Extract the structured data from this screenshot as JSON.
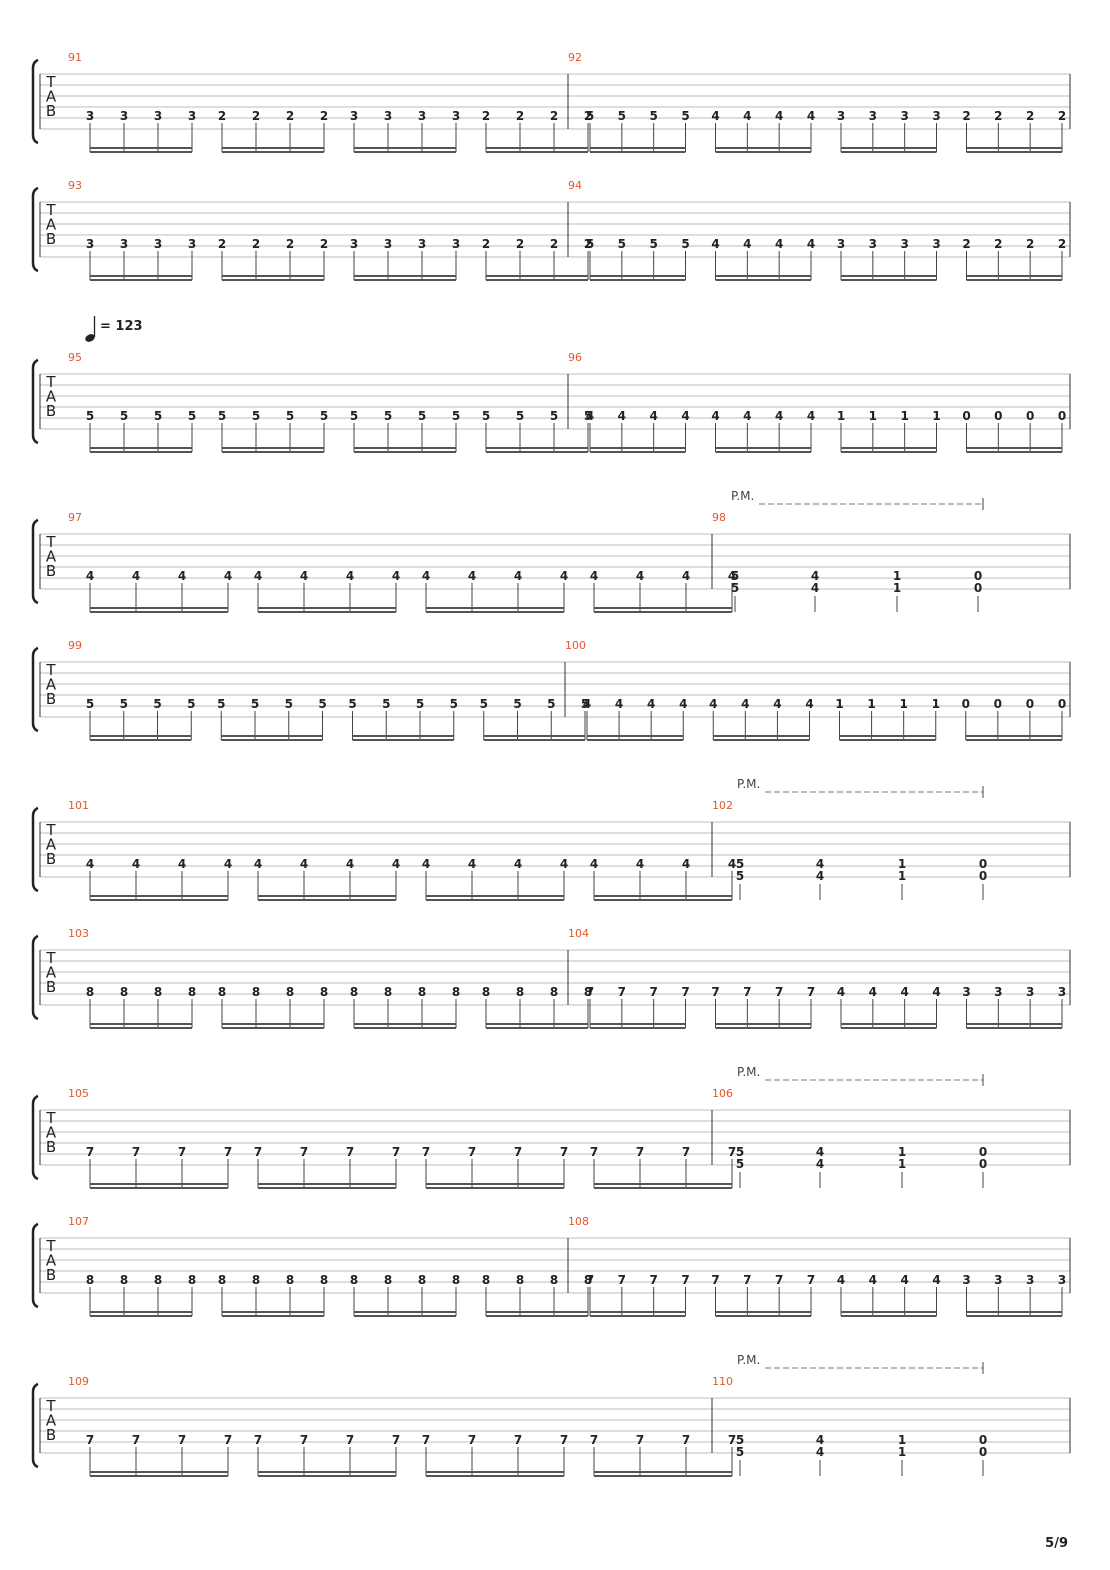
{
  "tempo": {
    "value": "= 123"
  },
  "page_number": "5/9",
  "tab_clef": [
    "T",
    "A",
    "B"
  ],
  "palm_mute_label": "P.M.",
  "systems": [
    {
      "bars": [
        {
          "number": "91",
          "notes": [
            [
              3,
              3,
              3,
              3
            ],
            [
              2,
              2,
              2,
              2
            ],
            [
              3,
              3,
              3,
              3
            ],
            [
              2,
              2,
              2,
              2
            ]
          ]
        },
        {
          "number": "92",
          "notes": [
            [
              5,
              5,
              5,
              5
            ],
            [
              4,
              4,
              4,
              4
            ],
            [
              3,
              3,
              3,
              3
            ],
            [
              2,
              2,
              2,
              2
            ]
          ]
        }
      ]
    },
    {
      "bars": [
        {
          "number": "93",
          "notes": [
            [
              3,
              3,
              3,
              3
            ],
            [
              2,
              2,
              2,
              2
            ],
            [
              3,
              3,
              3,
              3
            ],
            [
              2,
              2,
              2,
              2
            ]
          ]
        },
        {
          "number": "94",
          "notes": [
            [
              5,
              5,
              5,
              5
            ],
            [
              4,
              4,
              4,
              4
            ],
            [
              3,
              3,
              3,
              3
            ],
            [
              2,
              2,
              2,
              2
            ]
          ]
        }
      ]
    },
    {
      "tempo": true,
      "bars": [
        {
          "number": "95",
          "notes": [
            [
              5,
              5,
              5,
              5
            ],
            [
              5,
              5,
              5,
              5
            ],
            [
              5,
              5,
              5,
              5
            ],
            [
              5,
              5,
              5,
              5
            ]
          ]
        },
        {
          "number": "96",
          "notes": [
            [
              4,
              4,
              4,
              4
            ],
            [
              4,
              4,
              4,
              4
            ],
            [
              1,
              1,
              1,
              1
            ],
            [
              0,
              0,
              0,
              0
            ]
          ]
        }
      ]
    },
    {
      "pm": true,
      "bars": [
        {
          "number": "97",
          "notes": [
            [
              4,
              4,
              4,
              4
            ],
            [
              4,
              4,
              4,
              4
            ],
            [
              4,
              4,
              4,
              4
            ],
            [
              4,
              4,
              4,
              4
            ]
          ]
        },
        {
          "number": "98",
          "chords": [
            [
              5,
              5
            ],
            [
              4,
              4
            ],
            [
              1,
              1
            ],
            [
              0,
              0
            ]
          ]
        }
      ]
    },
    {
      "bars": [
        {
          "number": "99",
          "notes": [
            [
              5,
              5,
              5,
              5
            ],
            [
              5,
              5,
              5,
              5
            ],
            [
              5,
              5,
              5,
              5
            ],
            [
              5,
              5,
              5,
              5
            ]
          ]
        },
        {
          "number": "100",
          "notes": [
            [
              4,
              4,
              4,
              4
            ],
            [
              4,
              4,
              4,
              4
            ],
            [
              1,
              1,
              1,
              1
            ],
            [
              0,
              0,
              0,
              0
            ]
          ]
        }
      ]
    },
    {
      "pm": true,
      "bars": [
        {
          "number": "101",
          "notes": [
            [
              4,
              4,
              4,
              4
            ],
            [
              4,
              4,
              4,
              4
            ],
            [
              4,
              4,
              4,
              4
            ],
            [
              4,
              4,
              4,
              4
            ]
          ]
        },
        {
          "number": "102",
          "chords": [
            [
              5,
              5
            ],
            [
              4,
              4
            ],
            [
              1,
              1
            ],
            [
              0,
              0
            ]
          ]
        }
      ]
    },
    {
      "bars": [
        {
          "number": "103",
          "notes": [
            [
              8,
              8,
              8,
              8
            ],
            [
              8,
              8,
              8,
              8
            ],
            [
              8,
              8,
              8,
              8
            ],
            [
              8,
              8,
              8,
              8
            ]
          ]
        },
        {
          "number": "104",
          "notes": [
            [
              7,
              7,
              7,
              7
            ],
            [
              7,
              7,
              7,
              7
            ],
            [
              4,
              4,
              4,
              4
            ],
            [
              3,
              3,
              3,
              3
            ]
          ]
        }
      ]
    },
    {
      "pm": true,
      "bars": [
        {
          "number": "105",
          "notes": [
            [
              7,
              7,
              7,
              7
            ],
            [
              7,
              7,
              7,
              7
            ],
            [
              7,
              7,
              7,
              7
            ],
            [
              7,
              7,
              7,
              7
            ]
          ]
        },
        {
          "number": "106",
          "chords": [
            [
              5,
              5
            ],
            [
              4,
              4
            ],
            [
              1,
              1
            ],
            [
              0,
              0
            ]
          ]
        }
      ]
    },
    {
      "bars": [
        {
          "number": "107",
          "notes": [
            [
              8,
              8,
              8,
              8
            ],
            [
              8,
              8,
              8,
              8
            ],
            [
              8,
              8,
              8,
              8
            ],
            [
              8,
              8,
              8,
              8
            ]
          ]
        },
        {
          "number": "108",
          "notes": [
            [
              7,
              7,
              7,
              7
            ],
            [
              7,
              7,
              7,
              7
            ],
            [
              4,
              4,
              4,
              4
            ],
            [
              3,
              3,
              3,
              3
            ]
          ]
        }
      ]
    },
    {
      "pm": true,
      "bars": [
        {
          "number": "109",
          "notes": [
            [
              7,
              7,
              7,
              7
            ],
            [
              7,
              7,
              7,
              7
            ],
            [
              7,
              7,
              7,
              7
            ],
            [
              7,
              7,
              7,
              7
            ]
          ]
        },
        {
          "number": "110",
          "chords": [
            [
              5,
              5
            ],
            [
              4,
              4
            ],
            [
              1,
              1
            ],
            [
              0,
              0
            ]
          ]
        }
      ]
    }
  ]
}
